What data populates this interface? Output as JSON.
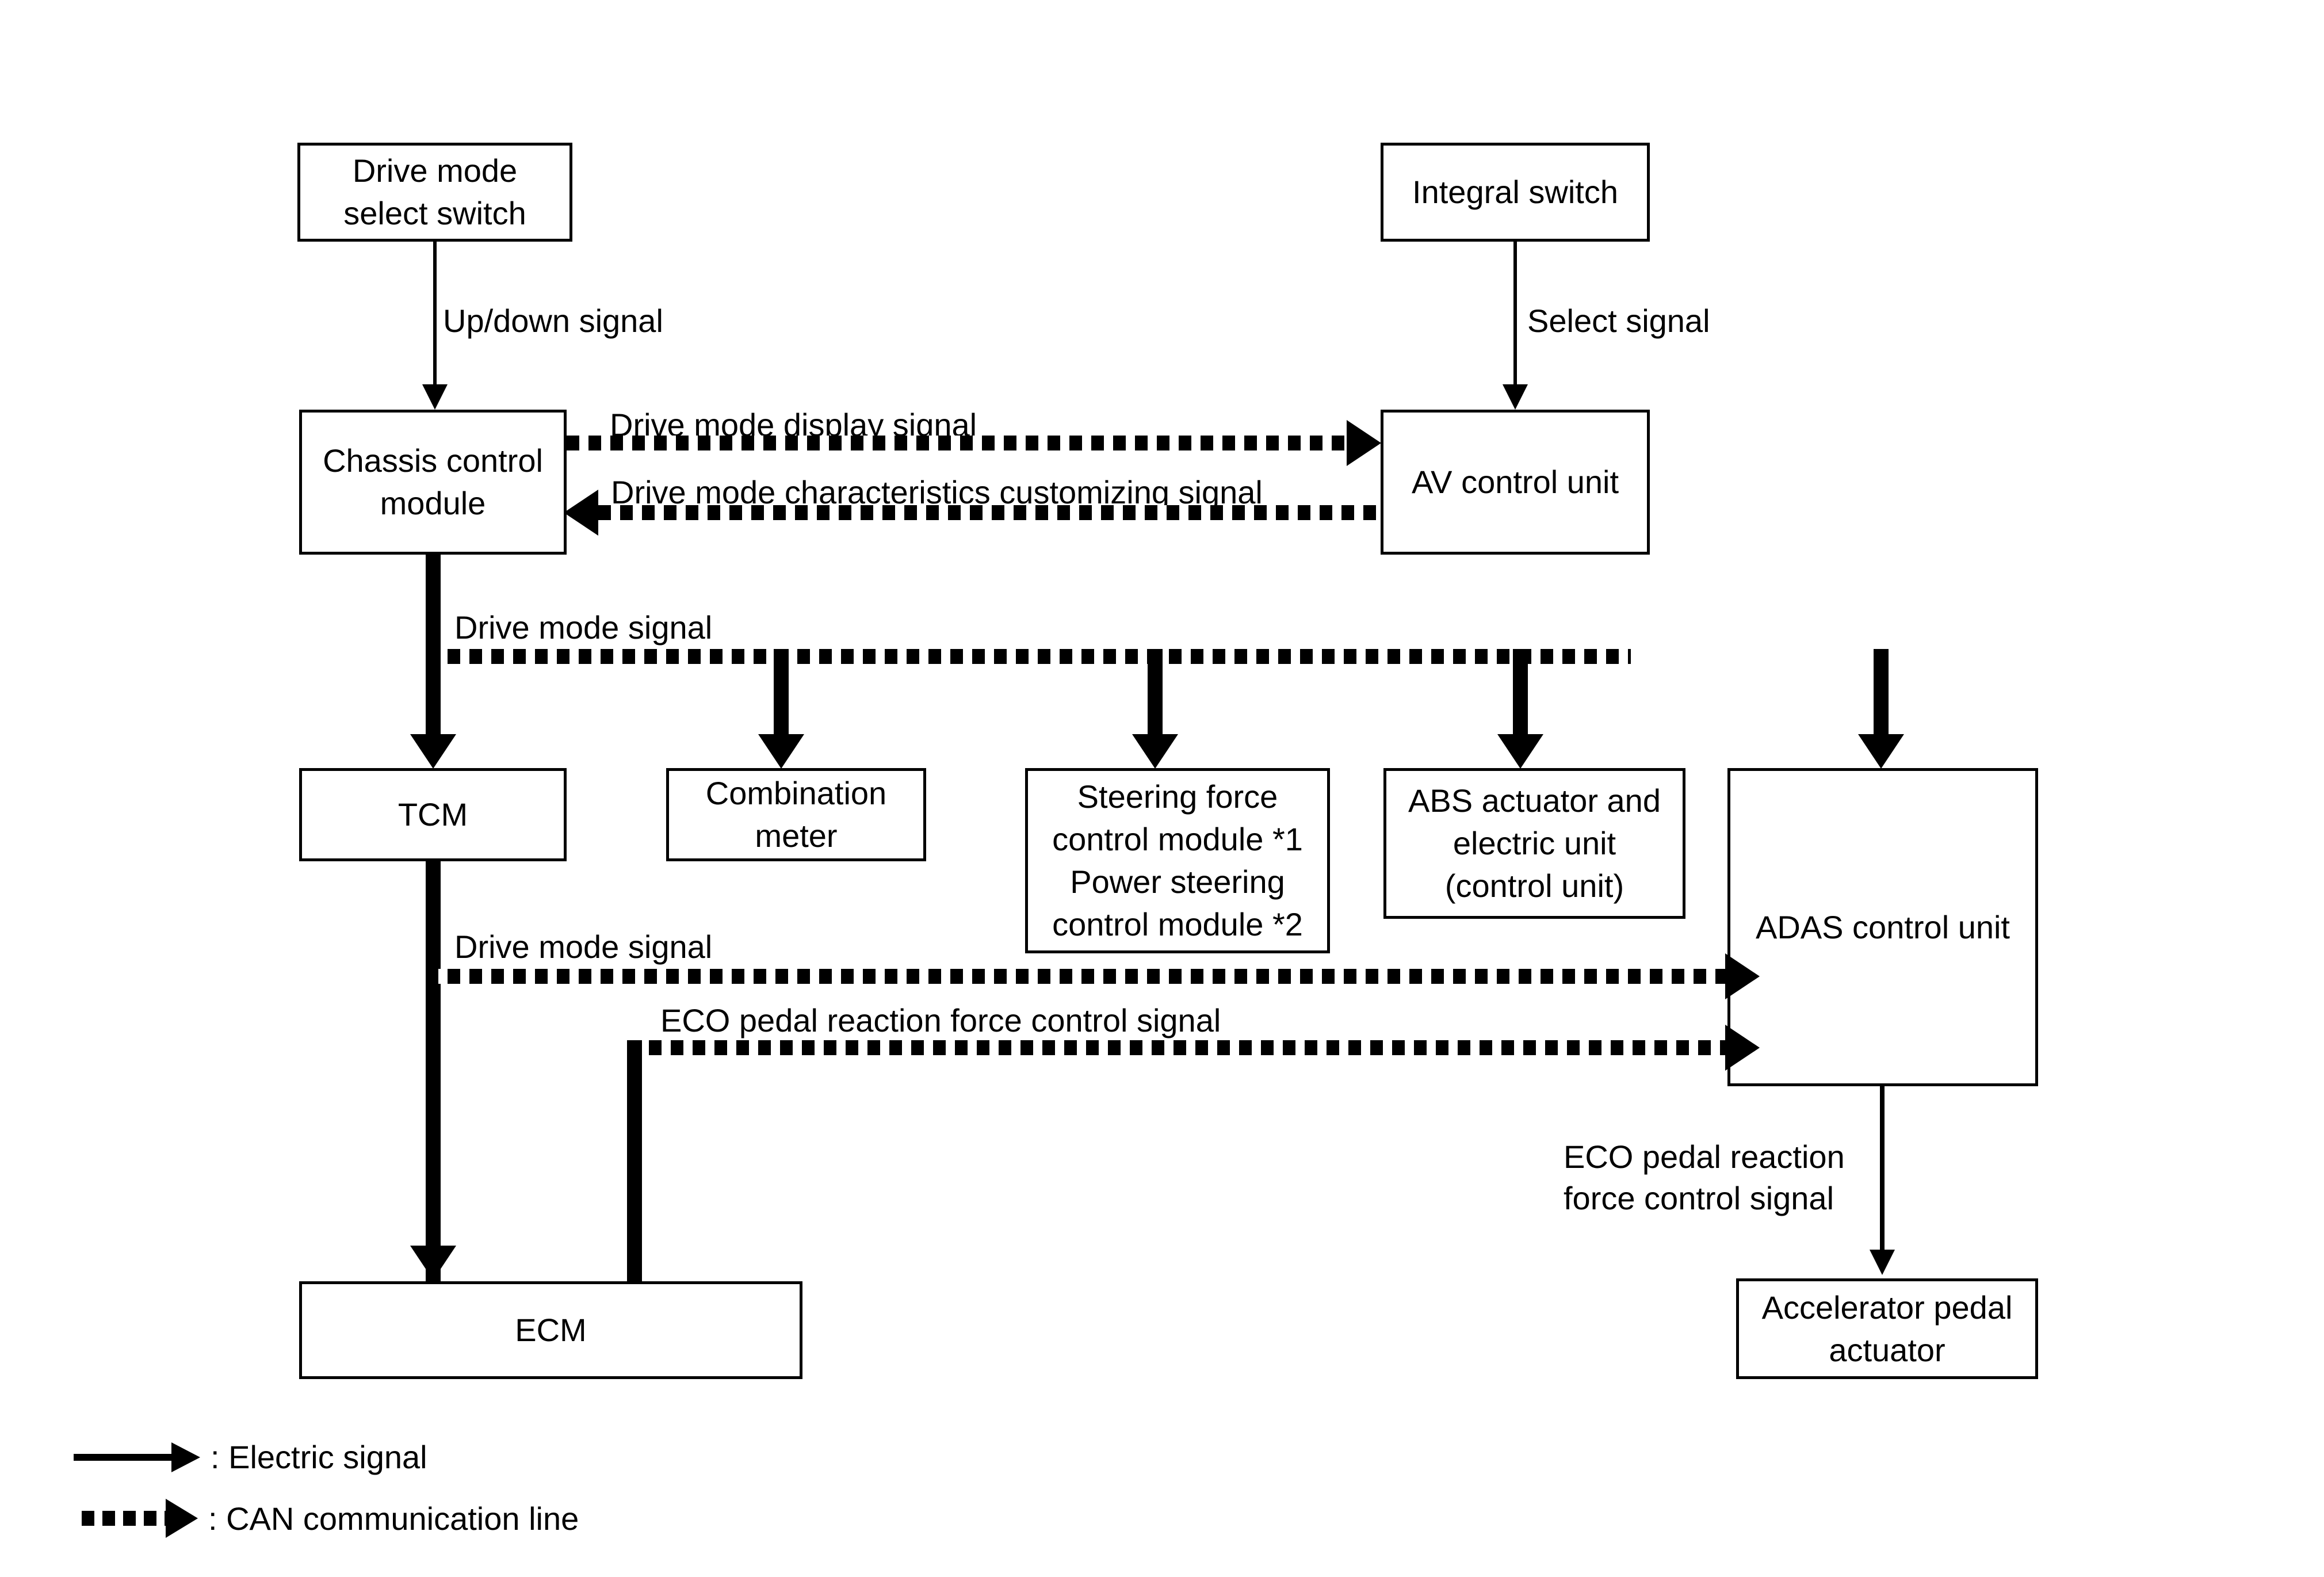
{
  "diagram": {
    "title": "Drive mode system CAN communication block diagram",
    "colors": {
      "line": "#000000",
      "background": "#ffffff",
      "box_border": "#000000"
    }
  },
  "boxes": {
    "drive_mode_select_switch": "Drive mode\nselect switch",
    "integral_switch": "Integral switch",
    "chassis_control_module": "Chassis control\nmodule",
    "av_control_unit": "AV control unit",
    "tcm": "TCM",
    "combination_meter": "Combination\nmeter",
    "steering_force_control_module": "Steering force\ncontrol module *1\nPower steering\ncontrol module *2",
    "abs_actuator": "ABS actuator and\nelectric unit\n(control unit)",
    "adas_control_unit": "ADAS control unit",
    "ecm": "ECM",
    "accelerator_pedal_actuator": "Accelerator pedal\nactuator"
  },
  "signals": {
    "up_down": "Up/down signal",
    "select": "Select signal",
    "drive_mode_display": "Drive mode display signal",
    "drive_mode_characteristics": "Drive mode characteristics customizing signal",
    "drive_mode_signal_1": "Drive mode signal",
    "drive_mode_signal_2": "Drive mode signal",
    "eco_pedal_can": "ECO pedal reaction force control signal",
    "eco_pedal_electric": "ECO pedal reaction\nforce control signal"
  },
  "legend": {
    "electric": ": Electric signal",
    "can": ": CAN communication line"
  }
}
